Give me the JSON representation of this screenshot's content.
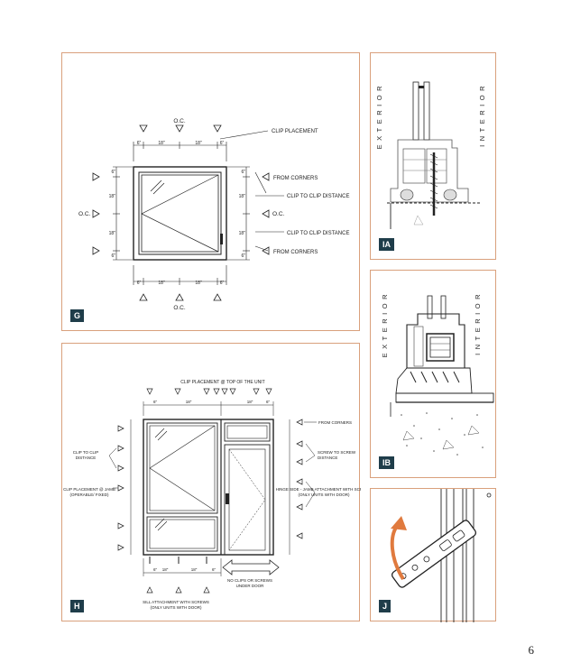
{
  "page_number": "6",
  "panel_g": {
    "tag": "G",
    "oc": "O.C.",
    "dim_6": "6\"",
    "dim_18": "18\"",
    "clip_placement": "CLIP  PLACEMENT",
    "from_corners": "FROM CORNERS",
    "clip_to_clip": "CLIP TO CLIP DISTANCE",
    "oc_label": "O.C."
  },
  "panel_ia": {
    "tag": "IA",
    "exterior": "EXTERIOR",
    "interior": "INTERIOR"
  },
  "panel_ib": {
    "tag": "IB",
    "exterior": "EXTERIOR",
    "interior": "INTERIOR"
  },
  "panel_h": {
    "tag": "H",
    "title": "CLIP PLACEMENT @ TOP OF THE UNIT",
    "from_corners": "FROM CORNERS",
    "clip_to_clip": "CLIP TO CLIP\nDISTANCE",
    "clip_jamb": "CLIP PLACEMENT @ JAMB\n(OPERABLE/ FIXED)",
    "screw_to_screw": "SCREW TO SCREW\nDISTANCE",
    "hinge_side": "HINGE SIDE - JAMB ATTACHMENT WITH SCREWS\n(ONLY UNITS WITH DOOR)",
    "no_clips": "NO CLIPS OR SCREWS\nUNDER DOOR",
    "sill": "SILL ATTACHMENT WITH SCREWS\n(ONLY UNITS WITH DOOR)",
    "d6": "6\"",
    "d18": "18\""
  },
  "panel_j": {
    "tag": "J"
  },
  "colors": {
    "border": "#d9a07c",
    "tag_bg": "#1f3d4a",
    "arrow": "#e07a3e"
  }
}
